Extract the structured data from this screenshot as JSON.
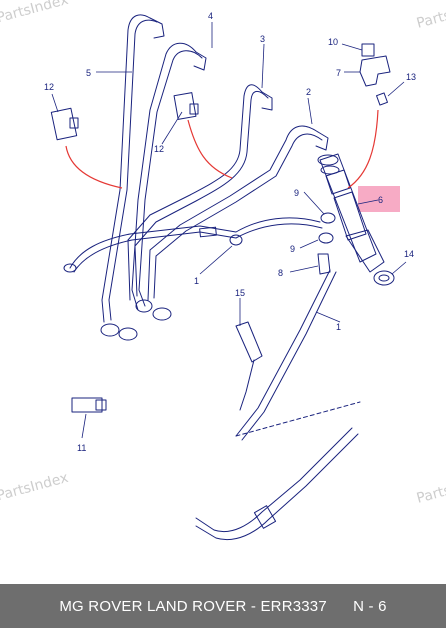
{
  "watermarks": [
    "PartsIndex",
    "PartsIndex",
    "PartsIndex",
    "PartsIndex"
  ],
  "callouts": {
    "c1a": "1",
    "c1b": "1",
    "c2": "2",
    "c3": "3",
    "c4": "4",
    "c5": "5",
    "c6": "6",
    "c7": "7",
    "c8": "8",
    "c9a": "9",
    "c9b": "9",
    "c10": "10",
    "c11": "11",
    "c12a": "12",
    "c12b": "12",
    "c13": "13",
    "c14": "14",
    "c15": "15"
  },
  "footer": {
    "brand_part": "MG ROVER LAND ROVER - ERR3337",
    "page": "N - 6"
  },
  "colors": {
    "line": "#1a237e",
    "leader": "#1a237e",
    "red_arc": "#e53935",
    "highlight": "#f48fb1",
    "footer_bg": "#6e6e6e"
  }
}
